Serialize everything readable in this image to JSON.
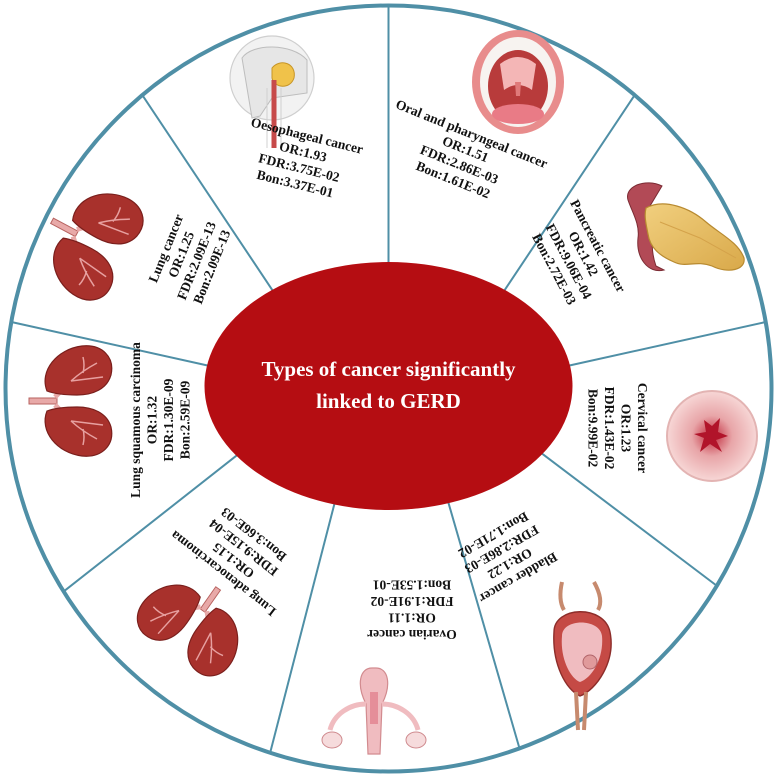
{
  "center": {
    "line1": "Types of cancer significantly",
    "line2": "linked to GERD"
  },
  "colors": {
    "ring": "#4f8fa6",
    "center_fill": "#b50d12",
    "organ_red": "#a8312c",
    "organ_pink": "#f0bcc0"
  },
  "segments": [
    {
      "name": "Oesophageal cancer",
      "or": "OR:1.93",
      "fdr": "FDR:3.75E-02",
      "bon": "Bon:3.37E-01",
      "icon": "esophagus-icon"
    },
    {
      "name": "Oral and pharyngeal cancer",
      "or": "OR:1.51",
      "fdr": "FDR:2.86E-03",
      "bon": "Bon:1.61E-02",
      "icon": "mouth-icon"
    },
    {
      "name": "Pancreatic cancer",
      "or": "OR:1.42",
      "fdr": "FDR:9.06E-04",
      "bon": "Bon:2.72E-03",
      "icon": "pancreas-icon"
    },
    {
      "name": "Cervical cancer",
      "or": "OR:1.23",
      "fdr": "FDR:1.43E-02",
      "bon": "Bon:9.99E-02",
      "icon": "cervix-icon"
    },
    {
      "name": "Bladder cancer",
      "or": "OR:1.22",
      "fdr": "FDR:2.86E-03",
      "bon": "Bon:1.71E-02",
      "icon": "bladder-icon"
    },
    {
      "name": "Ovarian cancer",
      "or": "OR:1.11",
      "fdr": "FDR:1.91E-02",
      "bon": "Bon:1.53E-01",
      "icon": "uterus-ovaries-icon"
    },
    {
      "name": "Lung adenocarcinoma",
      "or": "OR:1.15",
      "fdr": "FDR:9.15E-04",
      "bon": "Bon:3.66E-03",
      "icon": "lungs-icon"
    },
    {
      "name": "Lung squamous carcinoma",
      "or": "OR:1.32",
      "fdr": "FDR:1.30E-09",
      "bon": "Bon:2.59E-09",
      "icon": "lungs-icon"
    },
    {
      "name": "Lung cancer",
      "or": "OR:1.25",
      "fdr": "FDR:2.09E-13",
      "bon": "Bon:2.09E-13",
      "icon": "lungs-icon"
    }
  ]
}
